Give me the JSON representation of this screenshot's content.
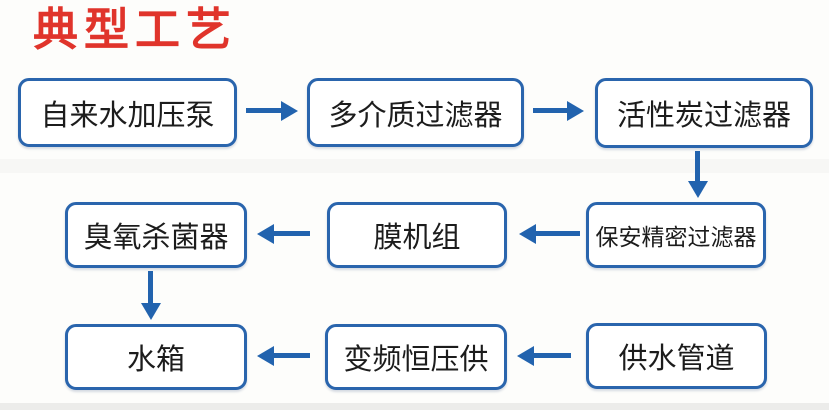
{
  "title": {
    "text": "典型工艺"
  },
  "colors": {
    "title_red": "#e0342b",
    "box_border_blue": "#2a65ad",
    "arrow_blue": "#2263ae",
    "box_background": "#ffffff",
    "text_black": "#1c1c1c",
    "page_background": "#fdfdfb"
  },
  "flowchart": {
    "nodes": [
      {
        "label": "自来水加压泵"
      },
      {
        "label": "多介质过滤器"
      },
      {
        "label": "活性炭过滤器"
      },
      {
        "label": "保安精密过滤器"
      },
      {
        "label": "膜机组"
      },
      {
        "label": "臭氧杀菌器"
      },
      {
        "label": "水箱"
      },
      {
        "label": "变频恒压供"
      },
      {
        "label": "供水管道"
      }
    ],
    "edges": [
      {
        "from": "自来水加压泵",
        "to": "多介质过滤器",
        "direction": "right"
      },
      {
        "from": "多介质过滤器",
        "to": "活性炭过滤器",
        "direction": "right"
      },
      {
        "from": "活性炭过滤器",
        "to": "保安精密过滤器",
        "direction": "down"
      },
      {
        "from": "保安精密过滤器",
        "to": "膜机组",
        "direction": "left"
      },
      {
        "from": "膜机组",
        "to": "臭氧杀菌器",
        "direction": "left"
      },
      {
        "from": "臭氧杀菌器",
        "to": "水箱",
        "direction": "down"
      },
      {
        "from": "供水管道",
        "to": "变频恒压供",
        "direction": "left"
      },
      {
        "from": "变频恒压供",
        "to": "水箱",
        "direction": "left"
      }
    ]
  }
}
